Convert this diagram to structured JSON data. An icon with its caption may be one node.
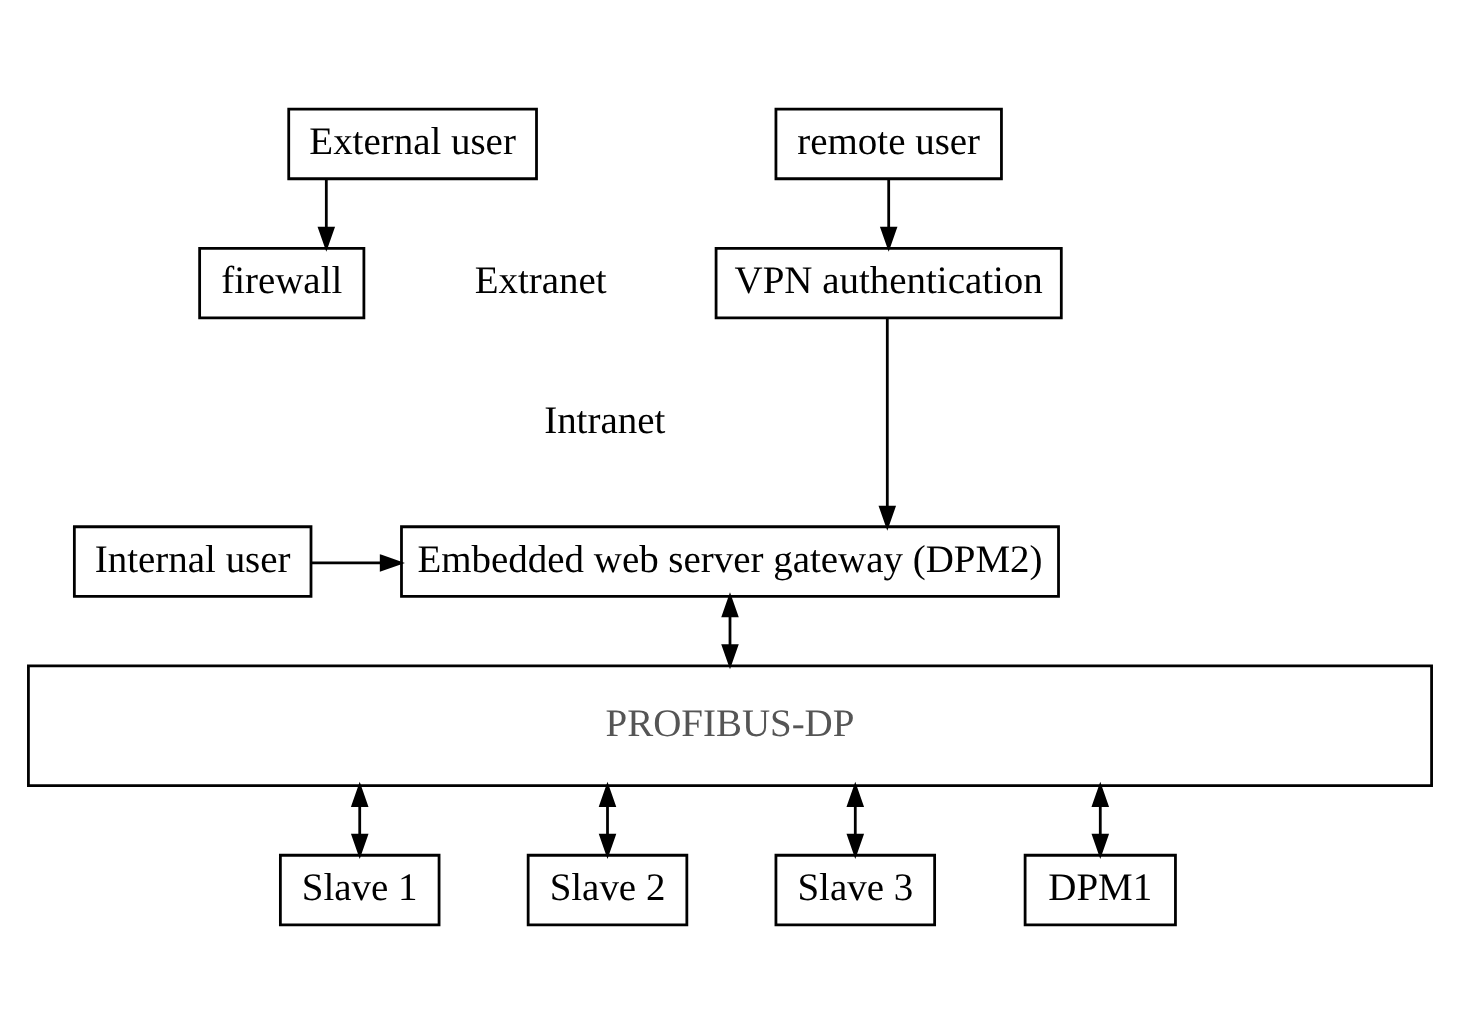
{
  "diagram": {
    "nodes": [
      {
        "text": [
          "External user"
        ]
      },
      {
        "text": [
          "firewall"
        ]
      },
      {
        "text": [
          "remote user"
        ]
      },
      {
        "text": [
          "VPN authentication"
        ]
      },
      {
        "text": [
          "Internal user"
        ]
      },
      {
        "text": [
          "Embedded web server gateway (DPM2)"
        ]
      },
      {
        "text": [
          "PROFIBUS-DP"
        ]
      },
      {
        "text": [
          "Slave 1"
        ]
      },
      {
        "text": [
          "Slave 2"
        ]
      },
      {
        "text": [
          "Slave 3"
        ]
      },
      {
        "text": [
          "DPM1"
        ]
      }
    ],
    "edges": [
      {
        "from": 0,
        "to": 1,
        "arrow": "to"
      },
      {
        "from": 2,
        "to": 3,
        "arrow": "to"
      },
      {
        "from": 4,
        "to": 5,
        "arrow": "to"
      },
      {
        "from": 3,
        "to": 5,
        "arrow": "to"
      },
      {
        "from": 5,
        "to": 6,
        "arrow": "both"
      },
      {
        "from": 6,
        "to": 7,
        "arrow": "both"
      },
      {
        "from": 6,
        "to": 8,
        "arrow": "both"
      },
      {
        "from": 6,
        "to": 9,
        "arrow": "both"
      },
      {
        "from": 6,
        "to": 10,
        "arrow": "both"
      }
    ],
    "labels": [
      "Extranet",
      "Intranet"
    ]
  }
}
